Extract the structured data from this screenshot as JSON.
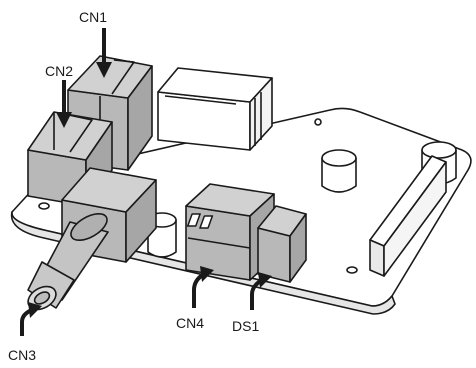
{
  "labels": {
    "cn1": "CN1",
    "cn2": "CN2",
    "cn3": "CN3",
    "cn4": "CN4",
    "ds1": "DS1"
  },
  "colors": {
    "board": "#ffffff",
    "outline": "#1a1a1a",
    "connector_top": "#c9c9c9",
    "connector_side": "#a6a6a6",
    "connector_front": "#b8b8b8",
    "arrow": "#1a1a1a"
  }
}
